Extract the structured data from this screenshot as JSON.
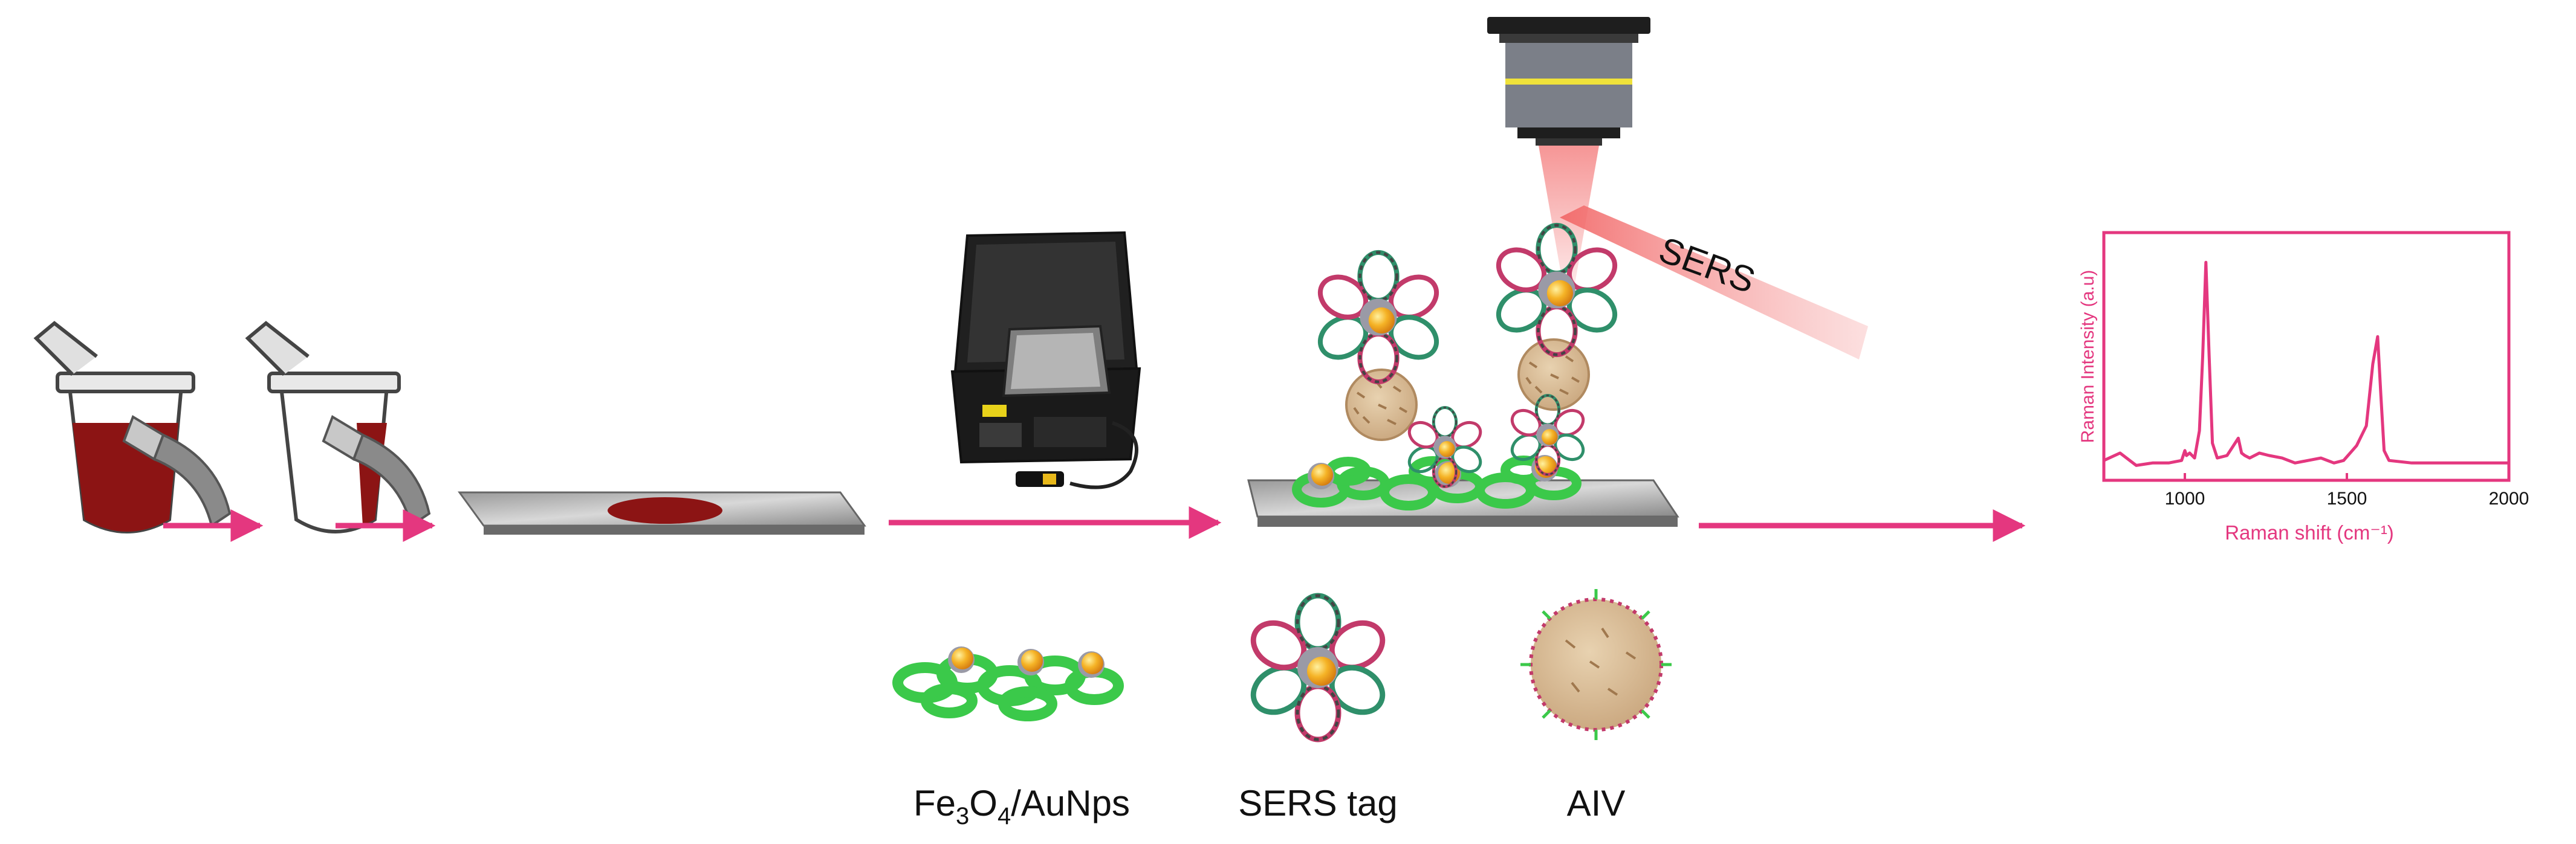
{
  "labels": {
    "sers_beam": "SERS",
    "fe3o4_prefix": "Fe",
    "fe3o4_sub1": "3",
    "fe3o4_mid": "O",
    "fe3o4_sub2": "4",
    "fe3o4_suffix": "/AuNps",
    "sers_tag": "SERS tag",
    "aiv": "AIV"
  },
  "colors": {
    "arrow": "#e4377f",
    "spectrum": "#e4377f",
    "blood": "#8c1414",
    "green": "#3bc94a",
    "gold": "#f0a020",
    "laser": "#f26b6b"
  },
  "icons": [
    "tube-icon",
    "magnet-icon",
    "device-icon",
    "microscope-icon"
  ],
  "chart_data": {
    "type": "line",
    "title": "",
    "xlabel": "Raman shift (cm⁻¹)",
    "ylabel": "Raman Intensity (a.u)",
    "xlim": [
      750,
      2000
    ],
    "ylim": [
      0,
      100
    ],
    "xticks": [
      1000,
      1500,
      2000
    ],
    "grid": false,
    "x": [
      750,
      800,
      850,
      900,
      950,
      990,
      1000,
      1005,
      1015,
      1030,
      1045,
      1055,
      1065,
      1075,
      1085,
      1100,
      1130,
      1150,
      1165,
      1175,
      1185,
      1200,
      1230,
      1260,
      1300,
      1340,
      1380,
      1420,
      1460,
      1490,
      1510,
      1530,
      1560,
      1580,
      1595,
      1605,
      1615,
      1630,
      1700,
      1800,
      1900,
      2000
    ],
    "series": [
      {
        "values": [
          8,
          11,
          6,
          7,
          7,
          8,
          12,
          10,
          11,
          9,
          20,
          50,
          88,
          50,
          15,
          9,
          10,
          14,
          17,
          11,
          10,
          9,
          11,
          10,
          9,
          7,
          8,
          9,
          7,
          8,
          11,
          14,
          22,
          47,
          58,
          34,
          12,
          8,
          7,
          7,
          7,
          7
        ]
      }
    ]
  }
}
